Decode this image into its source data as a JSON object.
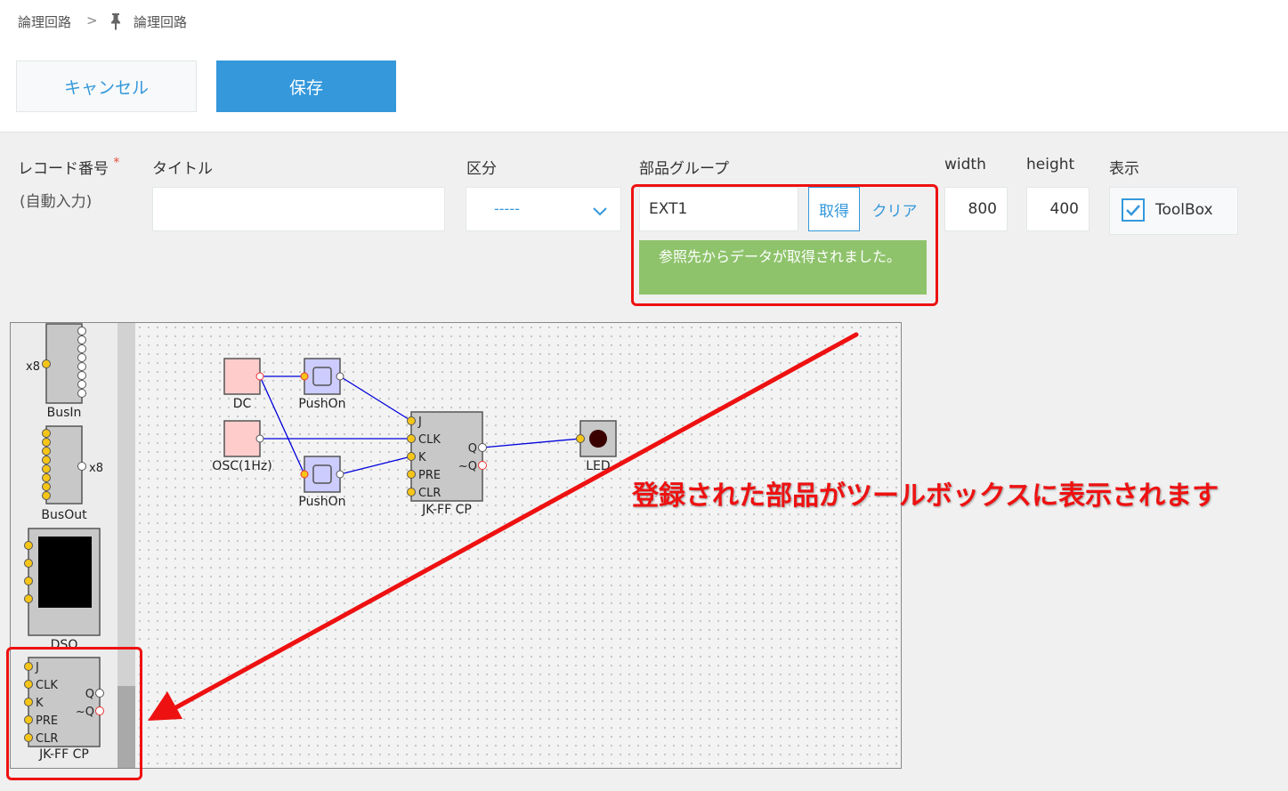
{
  "breadcrumb": {
    "app": "論理回路",
    "separator": ">",
    "current": "論理回路"
  },
  "buttons": {
    "cancel": "キャンセル",
    "save": "保存"
  },
  "form": {
    "record_label": "レコード番号",
    "required_mark": "*",
    "record_value": "(自動入力)",
    "title_label": "タイトル",
    "title_value": "",
    "category_label": "区分",
    "category_value": "-----",
    "group_label": "部品グループ",
    "group_value": "EXT1",
    "fetch_button": "取得",
    "clear_button": "クリア",
    "fetch_message": "参照先からデータが取得されました。",
    "width_label": "width",
    "width_value": "800",
    "height_label": "height",
    "height_value": "400",
    "display_label": "表示",
    "toolbox_label": "ToolBox",
    "toolbox_checked": true
  },
  "toolbox": {
    "busin": {
      "label": "BusIn",
      "count": "x8"
    },
    "busout": {
      "label": "BusOut",
      "count": "x8"
    },
    "dso": {
      "label": "DSO"
    },
    "jkff": {
      "label": "JK-FF CP",
      "pins": [
        "J",
        "CLK",
        "K",
        "PRE",
        "CLR"
      ],
      "q": "Q",
      "nq": "~Q"
    }
  },
  "circuit": {
    "dc": "DC",
    "osc": "OSC(1Hz)",
    "pushon1": "PushOn",
    "pushon2": "PushOn",
    "led": "LED",
    "jkff": {
      "label": "JK-FF CP",
      "pins": [
        "J",
        "CLK",
        "K",
        "PRE",
        "CLR"
      ],
      "q": "Q",
      "nq": "~Q"
    }
  },
  "annotation": "登録された部品がツールボックスに表示されます",
  "colors": {
    "primary": "#3498db",
    "success": "#8ec36b",
    "annotation": "#ee1111",
    "wire": "#0000dd",
    "pin": "#f5c518"
  }
}
